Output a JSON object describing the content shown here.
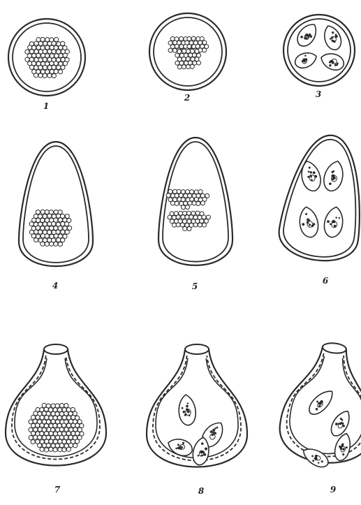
{
  "figure": {
    "ink_color": "#2a2a2a",
    "paper_color": "#ffffff",
    "panels": [
      {
        "label": "1",
        "stage": "spherical oocyst, undivided sporont"
      },
      {
        "label": "2",
        "stage": "spherical oocyst, dividing sporont"
      },
      {
        "label": "3",
        "stage": "spherical oocyst, four sporocysts"
      },
      {
        "label": "4",
        "stage": "ovoid oocyst, undivided sporont"
      },
      {
        "label": "5",
        "stage": "ovoid oocyst, two sporoblasts"
      },
      {
        "label": "6",
        "stage": "ovoid oocyst, four sporocysts"
      },
      {
        "label": "7",
        "stage": "pear-shaped oocyst with micropyle, undivided sporont"
      },
      {
        "label": "8",
        "stage": "pear-shaped oocyst with micropyle, four sporocysts"
      },
      {
        "label": "9",
        "stage": "pear-shaped oocyst with micropyle, four sporocysts"
      }
    ]
  }
}
